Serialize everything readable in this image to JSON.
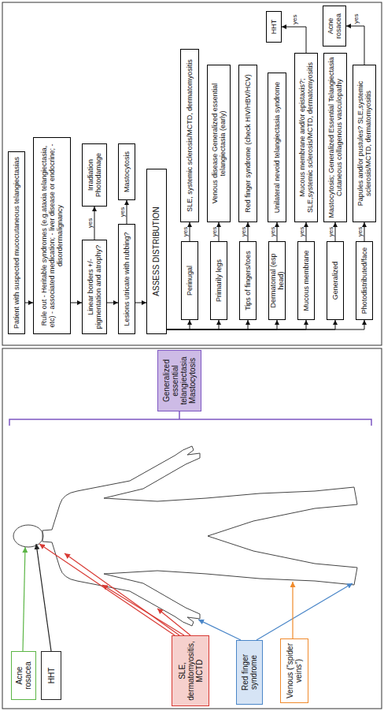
{
  "diagram": {
    "nodes": [
      {
        "text": [
          "Generalized essential telangiectasia Mastocytosis"
        ]
      },
      {
        "text": [
          "Acne rosacea"
        ]
      },
      {
        "text": [
          "HHT"
        ]
      },
      {
        "text": [
          "SLE, dermatomyositis, MCTD"
        ]
      },
      {
        "text": [
          "Red finger syndrome"
        ]
      },
      {
        "text": [
          "Venous (“spider veins”)"
        ]
      },
      {
        "text": [
          "Patient with suspected mucocutaneous telangiectasias"
        ]
      },
      {
        "text": [
          "Rule out - Heritable syndromes (e.g.ataxia telangiectasia, etc) - associated medication; - liver disease or endocrine; - disordermalignancy"
        ]
      },
      {
        "text": [
          "Linear borders +/- pigmentation and atrophy?"
        ]
      },
      {
        "text": [
          "Irradiation Photodamage"
        ]
      },
      {
        "text": [
          "Lesions utricate with rubbing?"
        ]
      },
      {
        "text": [
          "Mastocytosis"
        ]
      },
      {
        "text": [
          "ASSESS DISTRIBUTION"
        ]
      },
      {
        "text": [
          "Perinugal"
        ]
      },
      {
        "text": [
          "SLE, systemic sclerosis/MCTD, dermatomyositis"
        ]
      },
      {
        "text": [
          "Primarily legs"
        ]
      },
      {
        "text": [
          "Venous disease Generalized essential telangiectasia (early)"
        ]
      },
      {
        "text": [
          "Tips of fingers/toes"
        ]
      },
      {
        "text": [
          "Red finger syndrome (check HIV/HBV/HCV)"
        ]
      },
      {
        "text": [
          "Dermatomal (esp head)"
        ]
      },
      {
        "text": [
          "Unilateral nevoid telangiectasia syndrome"
        ]
      },
      {
        "text": [
          "Mucous membrane"
        ]
      },
      {
        "text": [
          "Mucous membrane and/or epistaxis?; SLE,systemic sclerosis/MCTD, dermatomyositis"
        ]
      },
      {
        "text": [
          "HHT"
        ]
      },
      {
        "text": [
          "Generalized"
        ]
      },
      {
        "text": [
          "Mastocytosis; Generalized Essential Telangiectasia Cutaneous collagenous vasculopathy"
        ]
      },
      {
        "text": [
          "Photodistributed/face"
        ]
      },
      {
        "text": [
          "Papules and/or pustules? SLE,systemic sclerosis/MCTD, dermatomyositis"
        ]
      },
      {
        "text": [
          "Acne rosacea"
        ]
      }
    ],
    "edges": [
      {
        "from": 6,
        "to": 7,
        "arrow": "to"
      },
      {
        "from": 7,
        "to": 8,
        "arrow": "to"
      },
      {
        "from": 8,
        "to": 9,
        "label": "yes",
        "arrow": "to"
      },
      {
        "from": 8,
        "to": 10,
        "arrow": "to"
      },
      {
        "from": 10,
        "to": 11,
        "label": "yes",
        "arrow": "to"
      },
      {
        "from": 10,
        "to": 12,
        "arrow": "to"
      },
      {
        "from": 12,
        "to": 13,
        "arrow": "to"
      },
      {
        "from": 12,
        "to": 15,
        "arrow": "to"
      },
      {
        "from": 12,
        "to": 17,
        "arrow": "to"
      },
      {
        "from": 12,
        "to": 19,
        "arrow": "to"
      },
      {
        "from": 12,
        "to": 21,
        "arrow": "to"
      },
      {
        "from": 12,
        "to": 24,
        "arrow": "to"
      },
      {
        "from": 12,
        "to": 26,
        "arrow": "to"
      },
      {
        "from": 13,
        "to": 14,
        "label": "yes",
        "arrow": "to"
      },
      {
        "from": 15,
        "to": 16,
        "label": "yes",
        "arrow": "to"
      },
      {
        "from": 17,
        "to": 18,
        "label": "yes",
        "arrow": "to"
      },
      {
        "from": 19,
        "to": 20,
        "label": "yes",
        "arrow": "to"
      },
      {
        "from": 21,
        "to": 22,
        "label": "yes",
        "arrow": "to"
      },
      {
        "from": 22,
        "to": 23,
        "label": "yes",
        "arrow": "to"
      },
      {
        "from": 24,
        "to": 25,
        "label": "yes",
        "arrow": "to"
      },
      {
        "from": 26,
        "to": 27,
        "label": "yes",
        "arrow": "to"
      },
      {
        "from": 27,
        "to": 28,
        "label": "yes",
        "arrow": "to"
      }
    ]
  }
}
